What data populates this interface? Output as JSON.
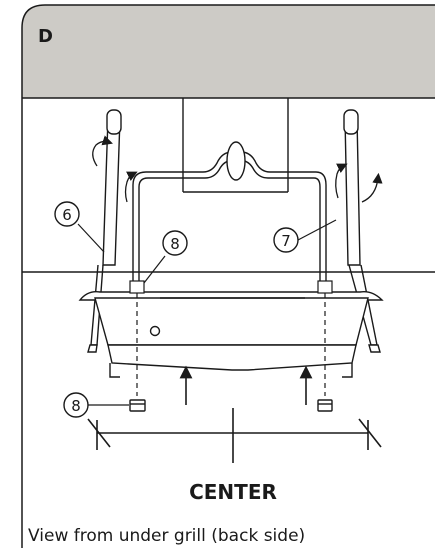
{
  "panel": {
    "step_letter": "D",
    "header_color": "#cdcbc6",
    "stroke_color": "#1a1a1a"
  },
  "callouts": {
    "handle_left": "6",
    "handle_right": "7",
    "bolt_top": "8",
    "cap_bottom": "8"
  },
  "center_label": "CENTER",
  "caption": "View from under grill (back side)"
}
